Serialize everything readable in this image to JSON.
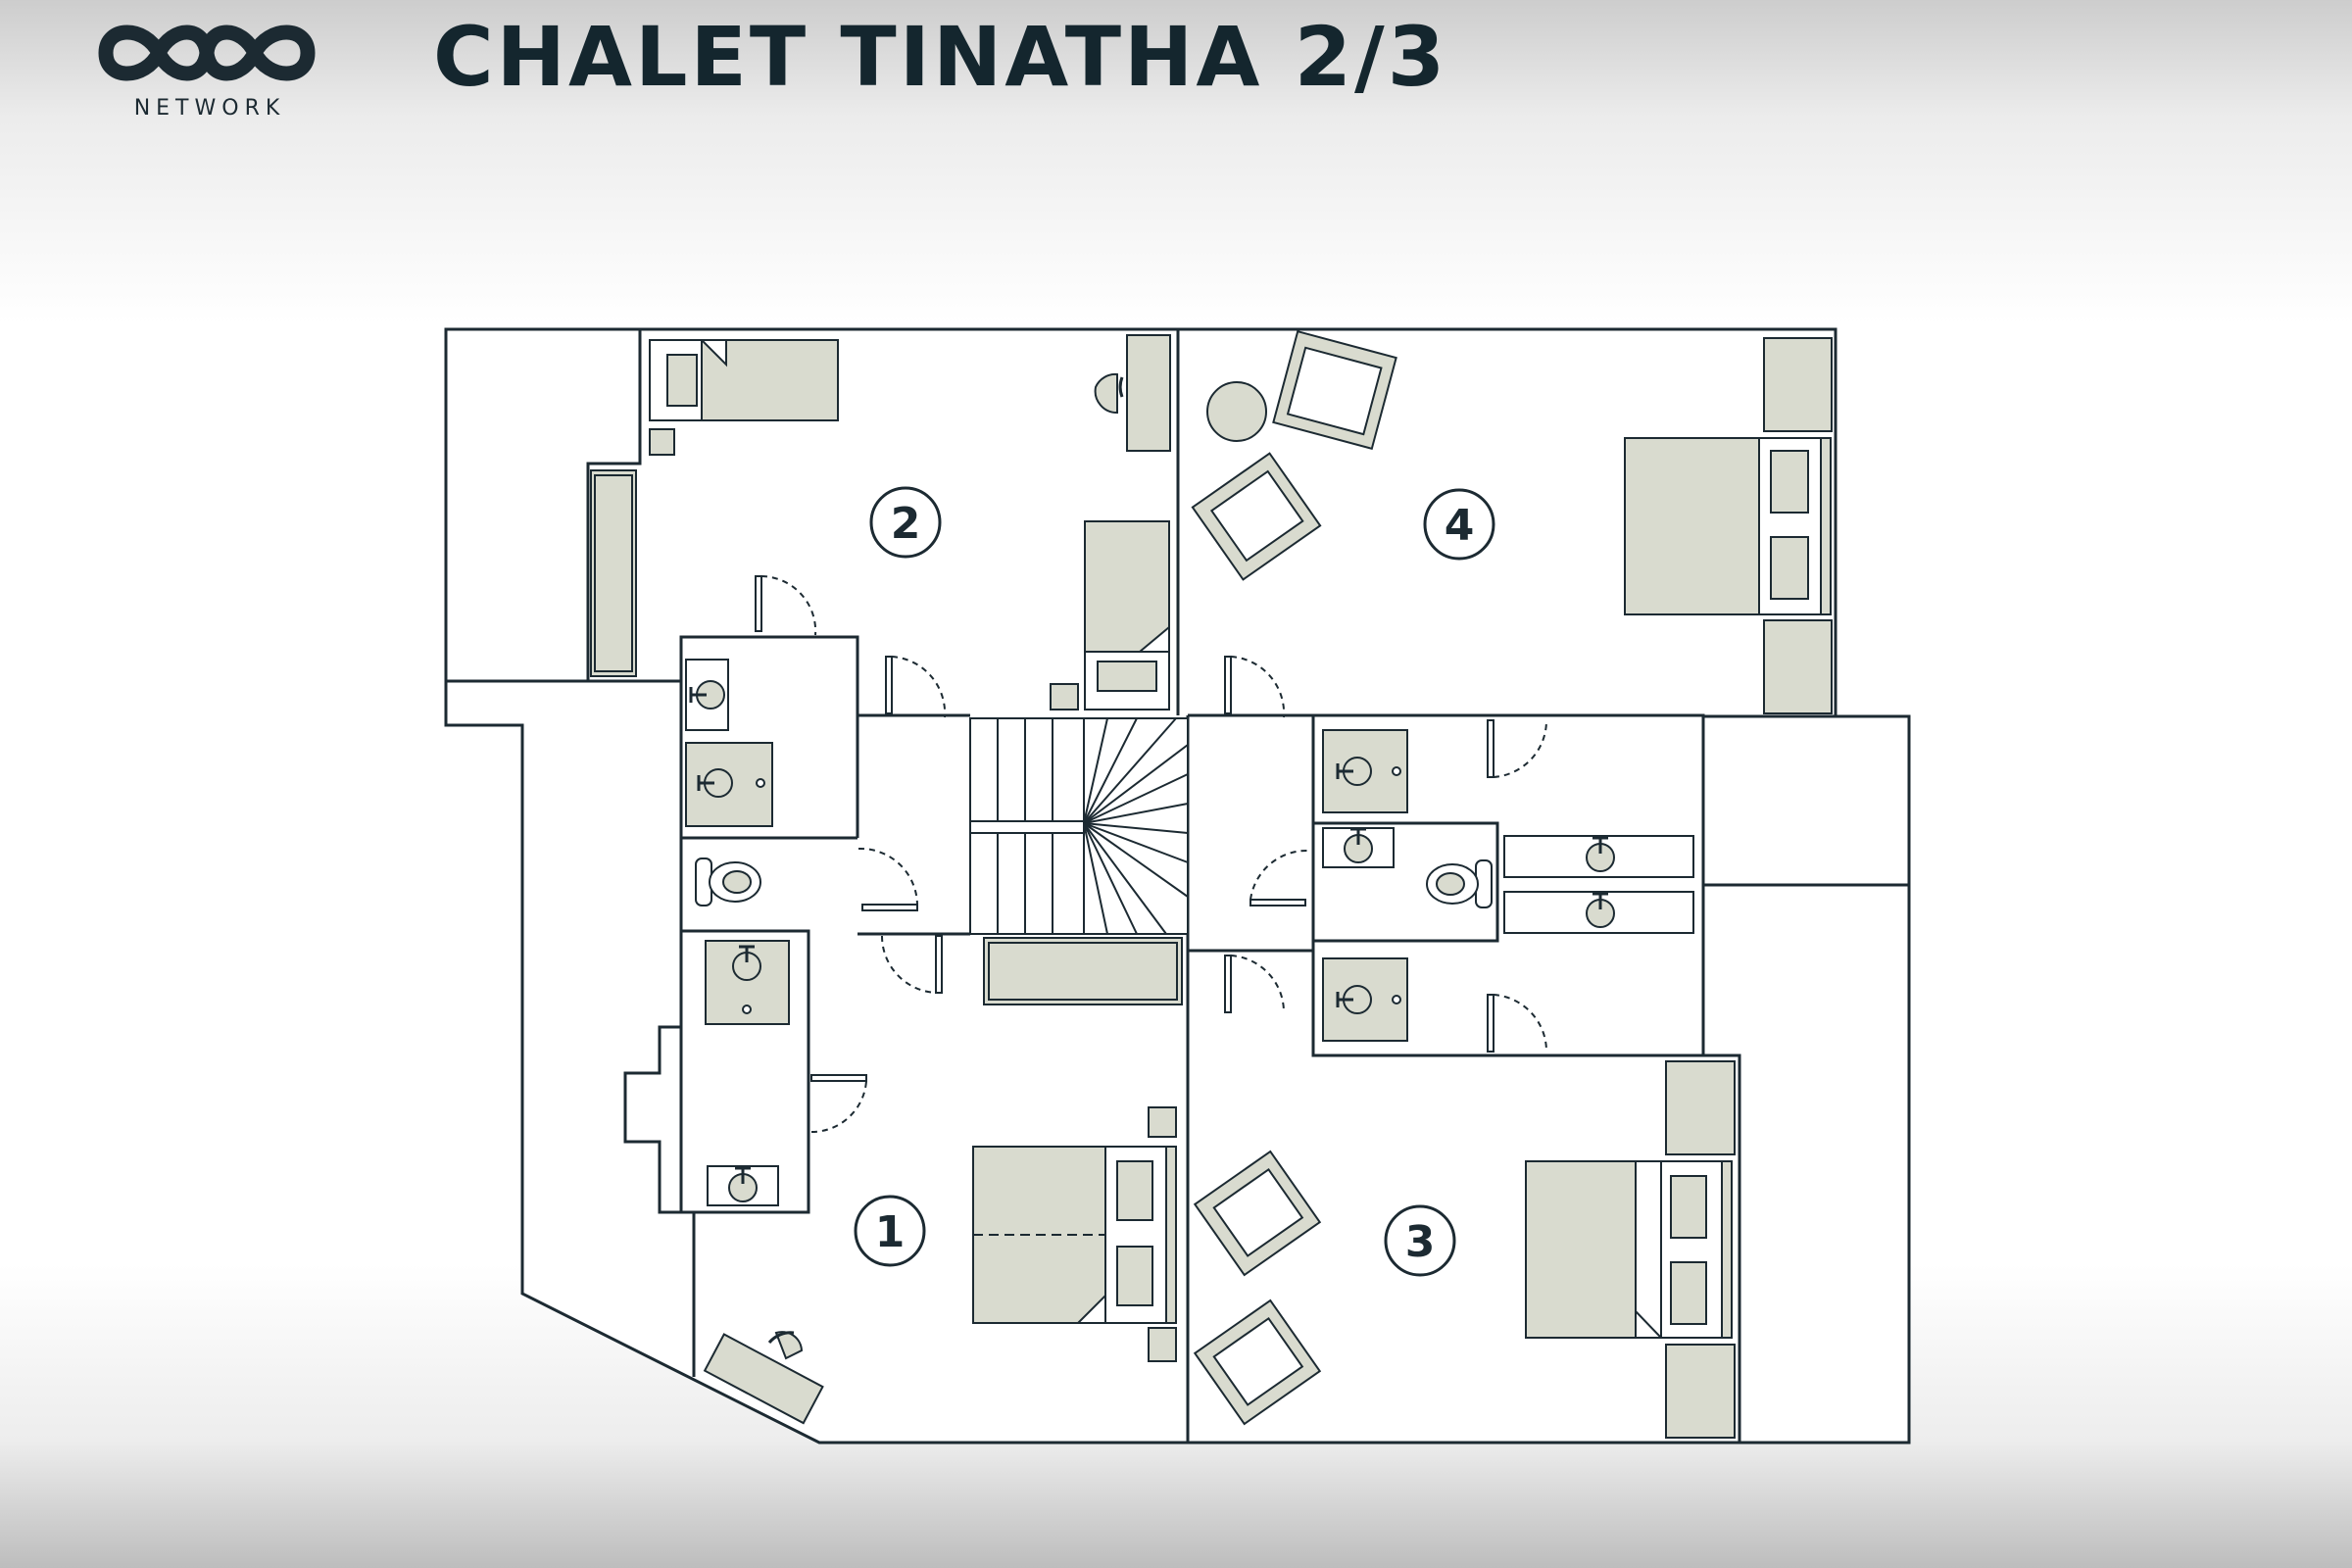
{
  "header": {
    "logo_text": "NETWORK",
    "title": "CHALET TINATHA 2/3"
  },
  "floorplan": {
    "room_labels": [
      "1",
      "2",
      "3",
      "4"
    ]
  },
  "colors": {
    "ink": "#1c2a32",
    "furniture_fill": "#d9dbcf",
    "room_fill": "#ffffff"
  }
}
